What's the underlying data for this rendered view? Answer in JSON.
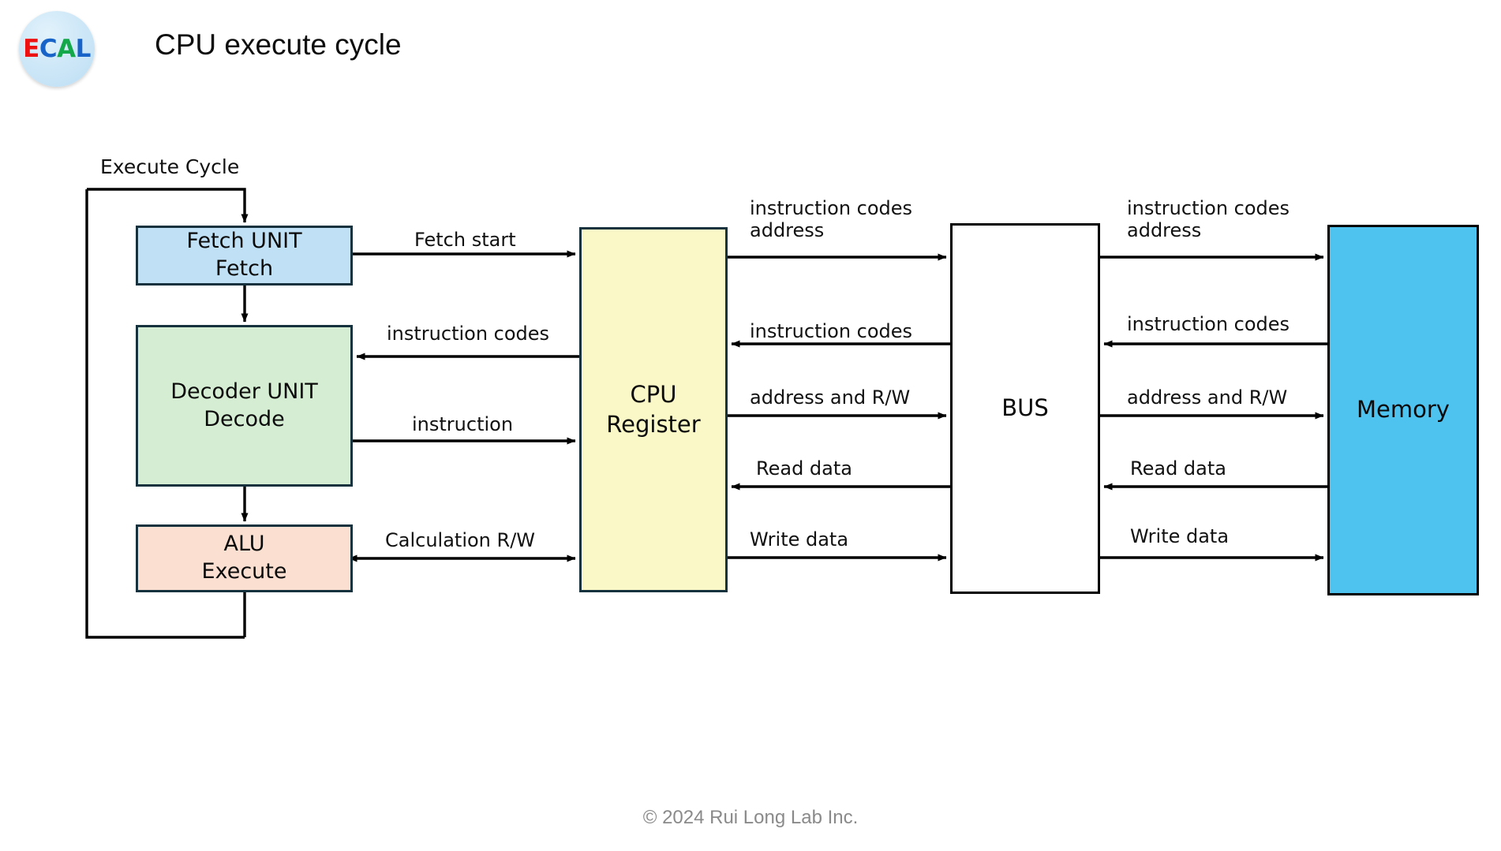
{
  "header": {
    "title": "CPU execute cycle",
    "logo": {
      "letters": [
        {
          "char": "E",
          "color": "#ee1111"
        },
        {
          "char": "C",
          "color": "#1763c8"
        },
        {
          "char": "A",
          "color": "#15a84a"
        },
        {
          "char": "L",
          "color": "#1763c8"
        }
      ],
      "alt": "ECAL"
    }
  },
  "diagram": {
    "cycle_label": "Execute Cycle",
    "blocks": {
      "fetch": {
        "line1": "Fetch UNIT",
        "line2": "Fetch",
        "fill": "#bfe0f5",
        "stroke": "#16323f"
      },
      "decoder": {
        "line1": "Decoder UNIT",
        "line2": "Decode",
        "fill": "#d5edd2",
        "stroke": "#16323f"
      },
      "alu": {
        "line1": "ALU",
        "line2": "Execute",
        "fill": "#fbe0d2",
        "stroke": "#16323f"
      },
      "cpu_register": {
        "line1": "CPU",
        "line2": "Register",
        "fill": "#fbf8c8",
        "stroke": "#000000"
      },
      "bus": {
        "line1": "BUS",
        "line2": "",
        "fill": "#ffffff",
        "stroke": "#000000"
      },
      "memory": {
        "line1": "Memory",
        "line2": "",
        "fill": "#4ec3f0",
        "stroke": "#000000"
      }
    },
    "edge_labels": {
      "fetch_start": "Fetch start",
      "instruction_codes_to_decoder": "instruction codes",
      "instruction_to_cpu": "instruction",
      "calculation_rw": "Calculation R/W",
      "cpu_bus_instr_addr_l1": "instruction codes",
      "cpu_bus_instr_addr_l2": "address",
      "cpu_bus_instruction_codes": "instruction codes",
      "cpu_bus_address_rw": "address and R/W",
      "cpu_bus_read_data": "Read data",
      "cpu_bus_write_data": "Write data",
      "bus_mem_instr_addr_l1": "instruction codes",
      "bus_mem_instr_addr_l2": "address",
      "bus_mem_instruction_codes": "instruction codes",
      "bus_mem_address_rw": "address and R/W",
      "bus_mem_read_data": "Read data",
      "bus_mem_write_data": "Write data"
    }
  },
  "footer": {
    "copyright": "© 2024 Rui Long Lab Inc."
  }
}
